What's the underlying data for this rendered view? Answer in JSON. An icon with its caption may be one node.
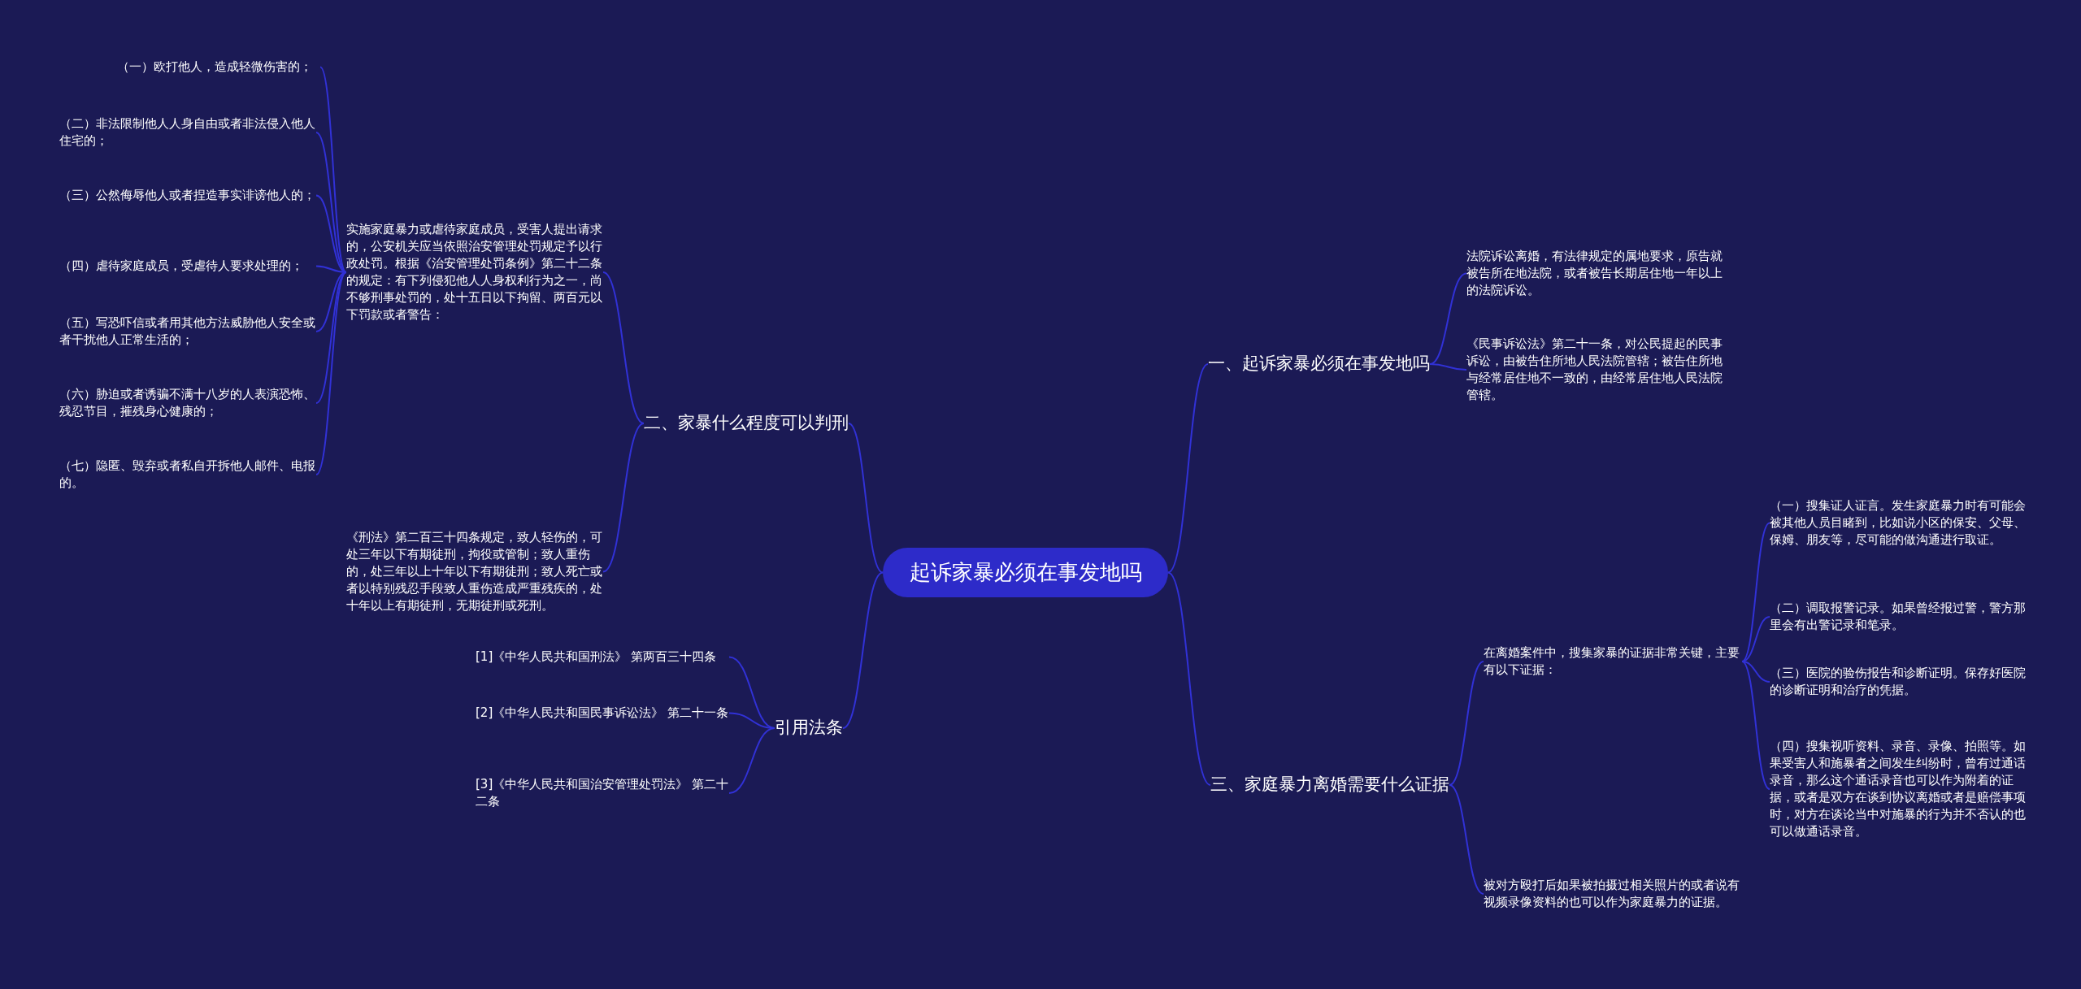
{
  "diagram": {
    "nodes": [
      {
        "text": [
          "起诉家暴必须在事发地吗"
        ]
      },
      {
        "text": [
          "一、起诉家暴必须在事发地吗"
        ]
      },
      {
        "text": [
          "法院诉讼离婚，有法律规定的属地要求，原告就被告所在地法院，或者被告长期居住地一年以上的法院诉讼。"
        ]
      },
      {
        "text": [
          "《民事诉讼法》第二十一条，对公民提起的民事诉讼，由被告住所地人民法院管辖；被告住所地与经常居住地不一致的，由经常居住地人民法院管辖。"
        ]
      },
      {
        "text": [
          "二、家暴什么程度可以判刑"
        ]
      },
      {
        "text": [
          "实施家庭暴力或虐待家庭成员，受害人提出请求的，公安机关应当依照治安管理处罚规定予以行政处罚。根据《治安管理处罚条例》第二十二条的规定：有下列侵犯他人人身权利行为之一，尚不够刑事处罚的，处十五日以下拘留、两百元以下罚款或者警告："
        ]
      },
      {
        "text": [
          "（一）欧打他人，造成轻微伤害的；"
        ]
      },
      {
        "text": [
          "（二）非法限制他人人身自由或者非法侵入他人住宅的；"
        ]
      },
      {
        "text": [
          "（三）公然侮辱他人或者捏造事实诽谤他人的；"
        ]
      },
      {
        "text": [
          "（四）虐待家庭成员，受虐待人要求处理的；"
        ]
      },
      {
        "text": [
          "（五）写恐吓信或者用其他方法威胁他人安全或者干扰他人正常生活的；"
        ]
      },
      {
        "text": [
          "（六）胁迫或者诱骗不满十八岁的人表演恐怖、残忍节目，摧残身心健康的；"
        ]
      },
      {
        "text": [
          "（七）隐匿、毁弃或者私自开拆他人邮件、电报的。"
        ]
      },
      {
        "text": [
          "《刑法》第二百三十四条规定，致人轻伤的，可处三年以下有期徒刑，拘役或管制；致人重伤的，处三年以上十年以下有期徒刑；致人死亡或者以特别残忍手段致人重伤造成严重残疾的，处十年以上有期徒刑，无期徒刑或死刑。"
        ]
      },
      {
        "text": [
          "三、家庭暴力离婚需要什么证据"
        ]
      },
      {
        "text": [
          "在离婚案件中，搜集家暴的证据非常关键，主要有以下证据："
        ]
      },
      {
        "text": [
          "（一）搜集证人证言。发生家庭暴力时有可能会被其他人员目睹到，比如说小区的保安、父母、保姆、朋友等，尽可能的做沟通进行取证。"
        ]
      },
      {
        "text": [
          "（二）调取报警记录。如果曾经报过警，警方那里会有出警记录和笔录。"
        ]
      },
      {
        "text": [
          "（三）医院的验伤报告和诊断证明。保存好医院的诊断证明和治疗的凭据。"
        ]
      },
      {
        "text": [
          "（四）搜集视听资料、录音、录像、拍照等。如果受害人和施暴者之间发生纠纷时，曾有过通话录音，那么这个通话录音也可以作为附着的证据，或者是双方在谈到协议离婚或者是赔偿事项时，对方在谈论当中对施暴的行为并不否认的也可以做通话录音。"
        ]
      },
      {
        "text": [
          "被对方殴打后如果被拍摄过相关照片的或者说有视频录像资料的也可以作为家庭暴力的证据。"
        ]
      },
      {
        "text": [
          "引用法条"
        ]
      },
      {
        "text": [
          "[1]《中华人民共和国刑法》 第两百三十四条"
        ]
      },
      {
        "text": [
          "[2]《中华人民共和国民事诉讼法》 第二十一条"
        ]
      },
      {
        "text": [
          "[3]《中华人民共和国治安管理处罚法》 第二十二条"
        ]
      }
    ],
    "edges": [
      {
        "from": 0,
        "to": 1,
        "arrow": "none"
      },
      {
        "from": 1,
        "to": 2,
        "arrow": "none"
      },
      {
        "from": 1,
        "to": 3,
        "arrow": "none"
      },
      {
        "from": 0,
        "to": 4,
        "arrow": "none"
      },
      {
        "from": 4,
        "to": 5,
        "arrow": "none"
      },
      {
        "from": 5,
        "to": 6,
        "arrow": "none"
      },
      {
        "from": 5,
        "to": 7,
        "arrow": "none"
      },
      {
        "from": 5,
        "to": 8,
        "arrow": "none"
      },
      {
        "from": 5,
        "to": 9,
        "arrow": "none"
      },
      {
        "from": 5,
        "to": 10,
        "arrow": "none"
      },
      {
        "from": 5,
        "to": 11,
        "arrow": "none"
      },
      {
        "from": 5,
        "to": 12,
        "arrow": "none"
      },
      {
        "from": 4,
        "to": 13,
        "arrow": "none"
      },
      {
        "from": 0,
        "to": 14,
        "arrow": "none"
      },
      {
        "from": 14,
        "to": 15,
        "arrow": "none"
      },
      {
        "from": 15,
        "to": 16,
        "arrow": "none"
      },
      {
        "from": 15,
        "to": 17,
        "arrow": "none"
      },
      {
        "from": 15,
        "to": 18,
        "arrow": "none"
      },
      {
        "from": 15,
        "to": 19,
        "arrow": "none"
      },
      {
        "from": 14,
        "to": 20,
        "arrow": "none"
      },
      {
        "from": 0,
        "to": 21,
        "arrow": "none"
      },
      {
        "from": 21,
        "to": 22,
        "arrow": "none"
      },
      {
        "from": 21,
        "to": 23,
        "arrow": "none"
      },
      {
        "from": 21,
        "to": 24,
        "arrow": "none"
      }
    ]
  }
}
